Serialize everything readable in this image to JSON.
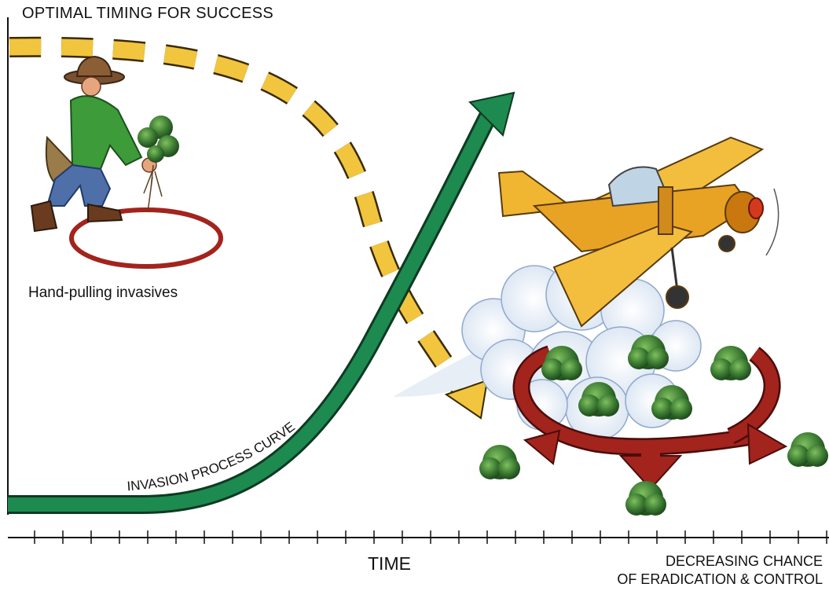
{
  "title": "OPTIMAL TIMING FOR SUCCESS",
  "hand_label": "Hand-pulling invasives",
  "curve_label": "INVASION PROCESS CURVE",
  "x_axis_label": "TIME",
  "decreasing_line1": "DECREASING CHANCE",
  "decreasing_line2": "OF ERADICATION & CONTROL",
  "colors": {
    "timing_dash": "#f2c53f",
    "invasion_curve": "#1d8a4f",
    "control_arrows": "#a3231d",
    "aircraft": "#e8a224",
    "shrubs": "#3b7a32",
    "spray_cloud": "#dfe8f3"
  },
  "icons": [
    "person-hand-pulling-icon",
    "crop-duster-plane-icon",
    "shrub-icon"
  ]
}
